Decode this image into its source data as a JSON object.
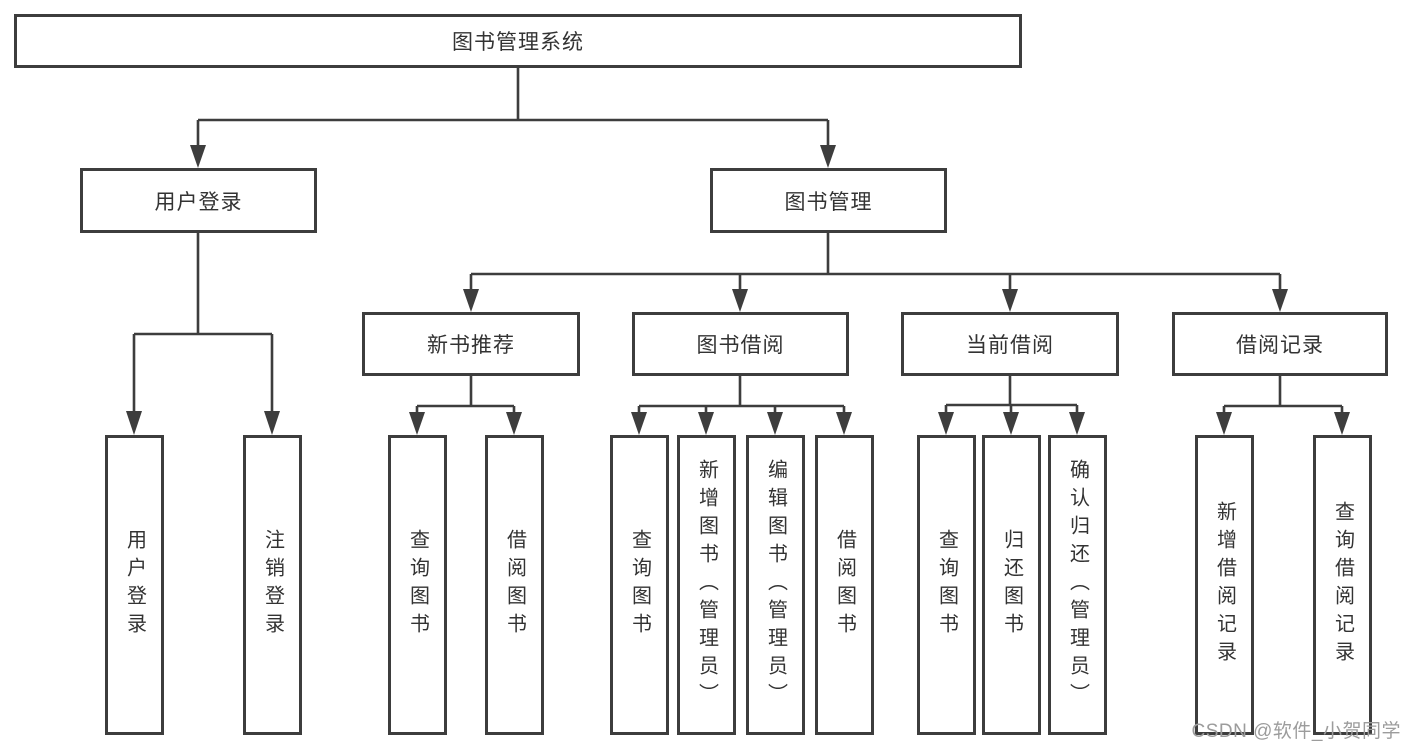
{
  "tree": {
    "root": {
      "label": "图书管理系统",
      "children": [
        {
          "label": "用户登录",
          "children": [
            {
              "label": "用户登录"
            },
            {
              "label": "注销登录"
            }
          ]
        },
        {
          "label": "图书管理",
          "children": [
            {
              "label": "新书推荐",
              "children": [
                {
                  "label": "查询图书"
                },
                {
                  "label": "借阅图书"
                }
              ]
            },
            {
              "label": "图书借阅",
              "children": [
                {
                  "label": "查询图书"
                },
                {
                  "label": "新增图书（管理员）"
                },
                {
                  "label": "编辑图书（管理员）"
                },
                {
                  "label": "借阅图书"
                }
              ]
            },
            {
              "label": "当前借阅",
              "children": [
                {
                  "label": "查询图书"
                },
                {
                  "label": "归还图书"
                },
                {
                  "label": "确认归还（管理员）"
                }
              ]
            },
            {
              "label": "借阅记录",
              "children": [
                {
                  "label": "新增借阅记录"
                },
                {
                  "label": "查询借阅记录"
                }
              ]
            }
          ]
        }
      ]
    }
  },
  "watermark": "CSDN @软件_小贺同学",
  "colors": {
    "line": "#3d3d3d",
    "text": "#333333",
    "watermark": "#9c9c9c",
    "background": "#ffffff"
  }
}
